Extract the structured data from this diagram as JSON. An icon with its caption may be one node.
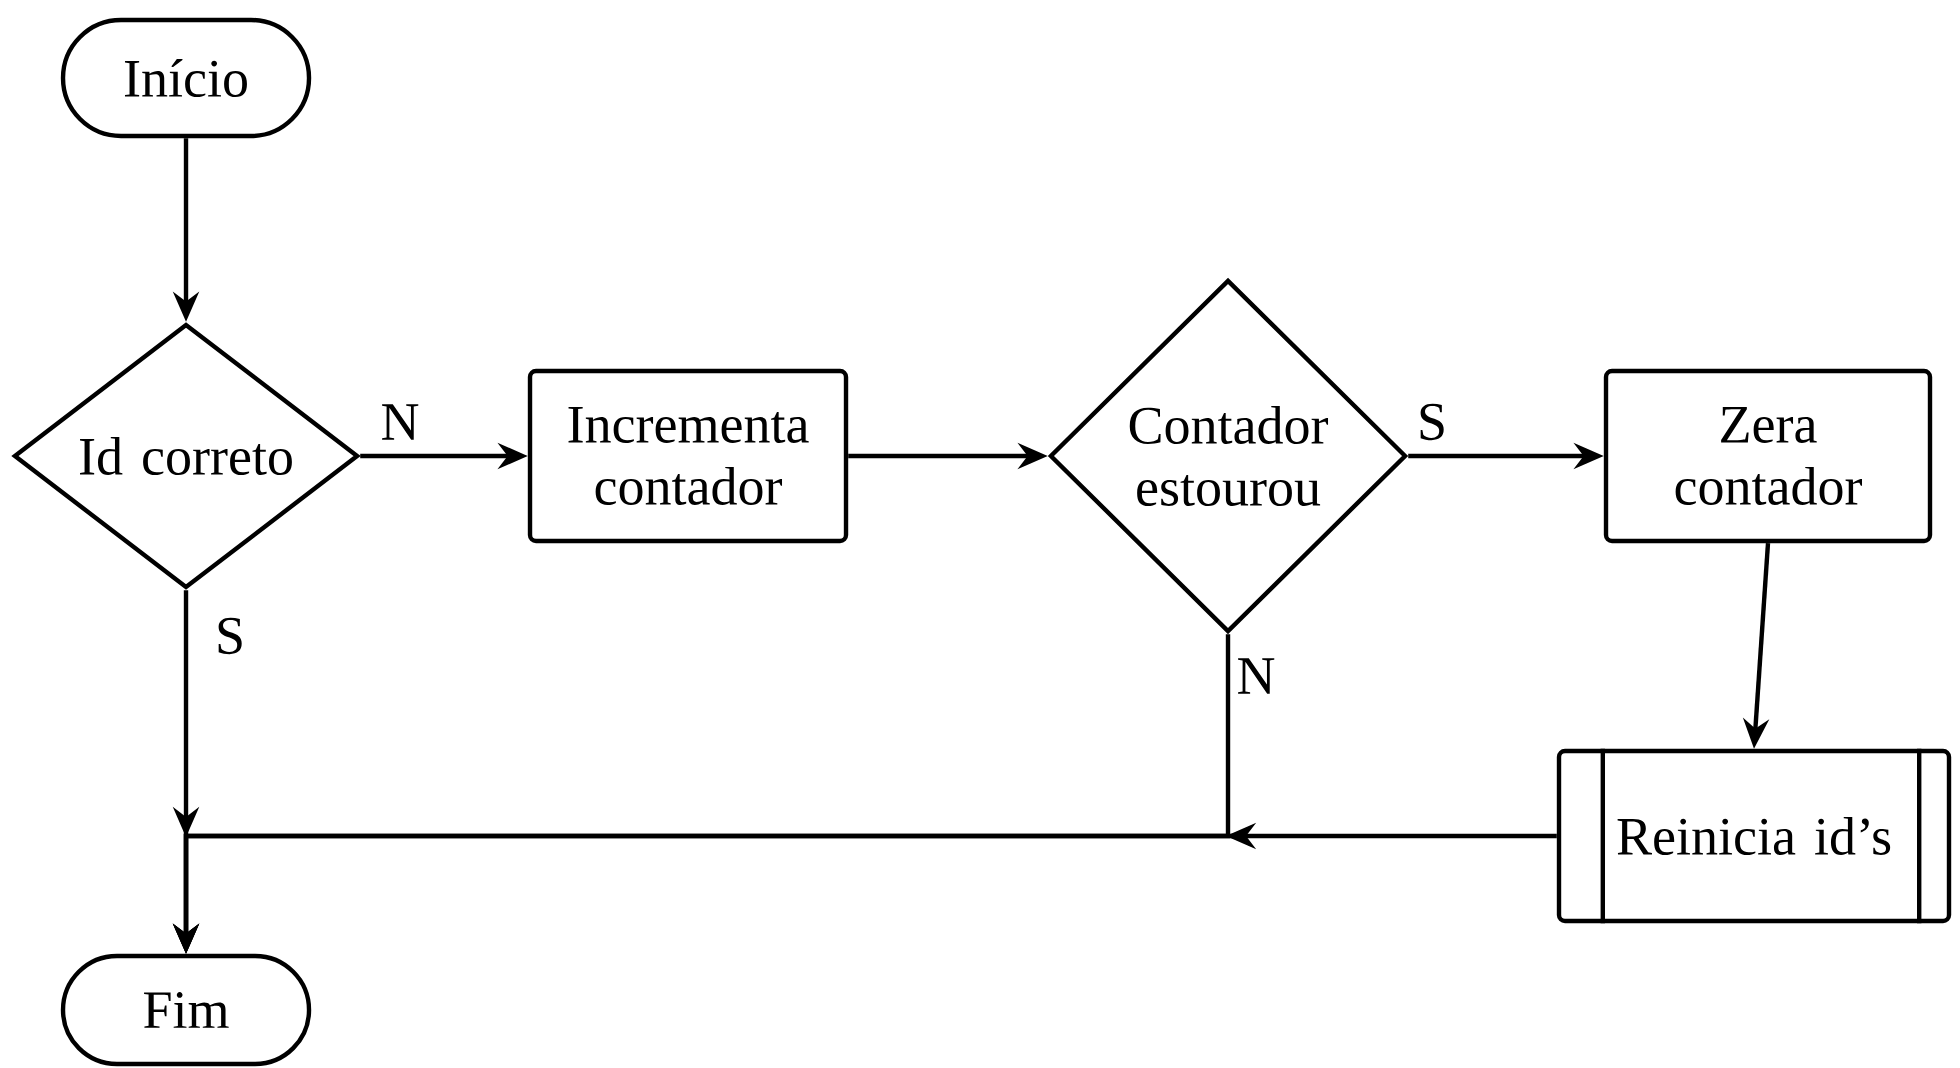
{
  "diagram": {
    "nodes": [
      {
        "text": [
          "Início"
        ]
      },
      {
        "text": [
          "Id correto"
        ]
      },
      {
        "text": [
          "Incrementa contador"
        ]
      },
      {
        "text": [
          "Contador estourou"
        ]
      },
      {
        "text": [
          "Zera contador"
        ]
      },
      {
        "text": [
          "Reinicia id’s"
        ]
      },
      {
        "text": [
          "Fim"
        ]
      }
    ],
    "edges": [
      {
        "from": 0,
        "to": 1,
        "arrow": "to"
      },
      {
        "from": 1,
        "to": 2,
        "arrow": "to",
        "label": "N"
      },
      {
        "from": 2,
        "to": 3,
        "arrow": "to"
      },
      {
        "from": 3,
        "to": 4,
        "arrow": "to",
        "label": "S"
      },
      {
        "from": 4,
        "to": 5,
        "arrow": "to"
      },
      {
        "from": 1,
        "to": 6,
        "arrow": "to",
        "label": "S"
      },
      {
        "from": 3,
        "to": 6,
        "arrow": "to",
        "label": "N"
      },
      {
        "from": 5,
        "to": 6,
        "arrow": "to"
      }
    ]
  }
}
